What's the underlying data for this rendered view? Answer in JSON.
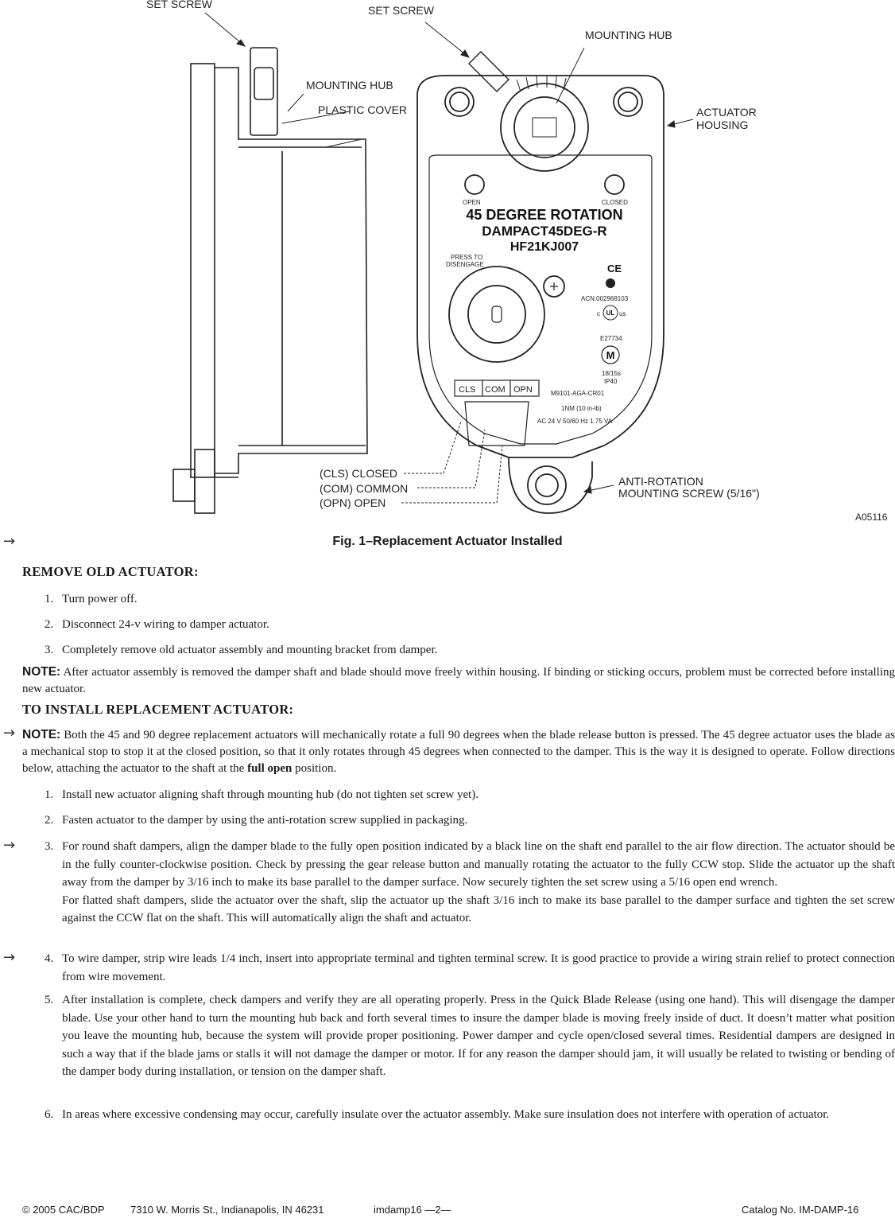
{
  "figure": {
    "labels": {
      "set_screw_left": "SET SCREW",
      "set_screw_right": "SET SCREW",
      "mounting_hub_top": "MOUNTING  HUB",
      "mounting_hub_left": "MOUNTING  HUB",
      "plastic_cover": "PLASTIC COVER",
      "actuator_housing_1": "ACTUATOR",
      "actuator_housing_2": "HOUSING",
      "cls": "(CLS) CLOSED",
      "com": "(COM) COMMON",
      "opn": "(OPN) OPEN",
      "anti_rotation_1": "ANTI-ROTATION",
      "anti_rotation_2": "MOUNTING SCREW (5/16\")",
      "figure_code": "A05116"
    },
    "faceplate": {
      "open": "OPEN",
      "closed": "CLOSED",
      "line1": "45 DEGREE ROTATION",
      "line2": "DAMPACT45DEG-R",
      "line3": "HF21KJ007",
      "press1": "PRESS TO",
      "press2": "DISENGAGE",
      "ce": "CE",
      "acn": "ACN:002968103",
      "ul_c": "c",
      "ul": "UL",
      "ul_us": "us",
      "e_code": "E27734",
      "m": "M",
      "ratio": "18/15s",
      "ip": "IP40",
      "model": "M9101-AGA-CR01",
      "torque": "1NM (10 in-lb)",
      "power": "AC 24 V 50/60 Hz 1.75 VA",
      "term_cls": "CLS",
      "term_com": "COM",
      "term_opn": "OPN"
    },
    "caption": "Fig. 1–Replacement Actuator Installed"
  },
  "arrow_glyph": "→",
  "remove": {
    "heading": "REMOVE OLD ACTUATOR:",
    "steps": [
      {
        "num": "1.",
        "text": "Turn power off."
      },
      {
        "num": "2.",
        "text": "Disconnect 24-v wiring to damper actuator."
      },
      {
        "num": "3.",
        "text": "Completely remove old actuator assembly and mounting bracket from damper."
      }
    ],
    "note_label": "NOTE:",
    "note_text": "After actuator assembly is removed the damper shaft and blade should move freely within housing. If binding or sticking occurs, problem must be corrected before installing new actuator."
  },
  "install": {
    "heading": "TO INSTALL REPLACEMENT ACTUATOR:",
    "note_label": "NOTE:",
    "note_text_a": "Both the 45 and 90 degree replacement actuators will mechanically rotate a full 90 degrees when the blade release button is pressed. The 45 degree actuator uses the blade as a mechanical stop to stop it at the closed position, so that it only rotates through 45 degrees when connected to the damper. This is the way it is designed to operate. Follow directions below, attaching the actuator to the shaft at the",
    "note_bold": "full open",
    "note_text_b": "position.",
    "steps": [
      {
        "num": "1.",
        "text": "Install new actuator aligning shaft through mounting hub (do not tighten set screw yet)."
      },
      {
        "num": "2.",
        "text": "Fasten actuator to the damper by using the anti-rotation screw supplied in packaging."
      },
      {
        "num": "3.",
        "text": "For round shaft dampers, align the damper blade to the fully open position indicated by a black line on the shaft end parallel to the air flow direction. The actuator should be in the fully counter-clockwise position. Check by pressing the gear release button and manually rotating the actuator to the fully CCW stop. Slide the actuator up the shaft away from the damper by 3/16 inch to make its base parallel to the damper surface. Now securely tighten the set screw using a 5/16 open end wrench.",
        "text2": "For flatted shaft dampers, slide the actuator over the shaft, slip the actuator up the shaft 3/16 inch to make its base parallel to the damper surface and tighten the set screw against the CCW flat on the shaft. This will automatically align the shaft and actuator."
      },
      {
        "num": "4.",
        "text": "To wire damper, strip wire leads 1/4 inch, insert into appropriate terminal and tighten terminal screw. It is good practice to provide a wiring strain relief to protect connection from wire movement."
      },
      {
        "num": "5.",
        "text": "After installation is complete, check dampers and verify they are all operating properly. Press in the Quick Blade Release (using one hand). This will disengage the damper blade. Use your other hand to turn the mounting hub back and forth several times to insure the damper blade is moving freely inside of duct. It doesn’t matter what position you leave the mounting hub, because the system will provide proper positioning. Power damper and cycle open/closed several times. Residential dampers are designed in such a way that if the blade jams or stalls it will not damage the damper or motor. If for any reason the damper should jam, it will usually be related to twisting or bending of the damper body during installation, or tension on the damper shaft."
      },
      {
        "num": "6.",
        "text": "In areas where excessive condensing may occur, carefully insulate over the actuator assembly. Make sure insulation does not interfere with operation of actuator."
      }
    ]
  },
  "footer": {
    "copyright": "© 2005 CAC/BDP",
    "address": "7310 W. Morris St., Indianapolis, IN 46231",
    "doc": "imdamp16 —2—",
    "catalog": "Catalog No. IM-DAMP-16"
  }
}
